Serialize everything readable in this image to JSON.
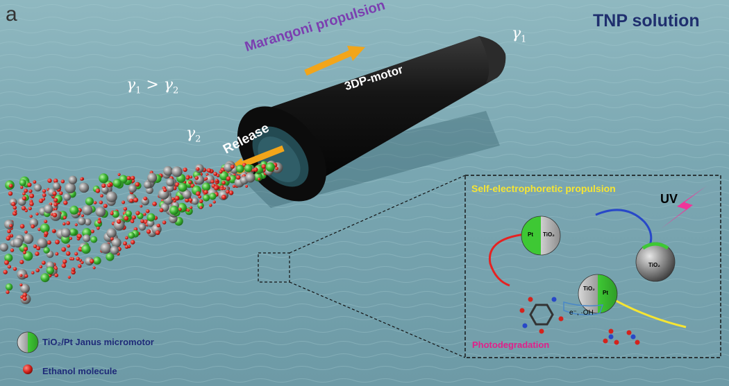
{
  "panel_letter": "a",
  "solution_label": "TNP solution",
  "gamma1_symbol": "γ",
  "gamma1_sub": "1",
  "inequality": {
    "g": "γ",
    "s1": "1",
    "op": " > ",
    "s2": "2"
  },
  "gamma2_symbol": "γ",
  "gamma2_sub": "2",
  "marangoni_label": "Marangoni propulsion",
  "motor_label": "3DP-motor",
  "release_label": "Release",
  "inset": {
    "title": "Self-electrophoretic propulsion",
    "uv_label": "UV",
    "photodegradation_label": "Photodegradation",
    "particle1": {
      "left": "Pt",
      "right": "TiO₂"
    },
    "particle2": {
      "label": "TiO₂"
    },
    "particle3": {
      "left": "TiO₂",
      "right": "Pt"
    },
    "radicals": "e⁻, ·OH"
  },
  "legend": {
    "janus_label": "TiO₂/Pt Janus micromotor",
    "ethanol_label": "Ethanol molecule"
  },
  "colors": {
    "motor_body": "#1b1b1b",
    "arrow": "#f2a51a",
    "marangoni_text": "#7b3fb0",
    "solution_text": "#1f2f6e",
    "pt_green": "#3fbf3a",
    "tio2_gray": "#8a8a8a",
    "ethanol_red": "#d4231c",
    "uv_bolt": "#f0359a"
  }
}
